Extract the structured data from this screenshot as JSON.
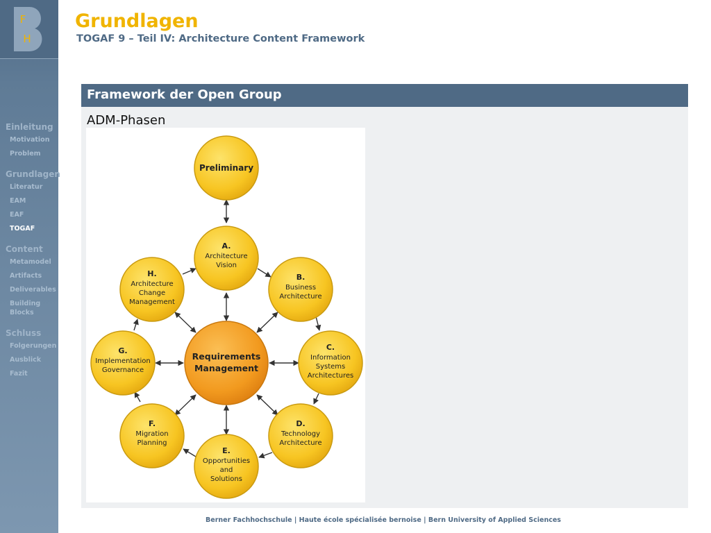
{
  "logo": {
    "letters": [
      "F",
      "H"
    ]
  },
  "slide": {
    "title": "Grundlagen",
    "subtitle": "TOGAF 9 – Teil IV: Architecture Content Framework",
    "frame_title": "Framework der Open Group",
    "frame_subtitle": "ADM-Phasen"
  },
  "nav": {
    "sections": [
      {
        "label": "Einleitung",
        "items": [
          "Motivation",
          "Problem"
        ]
      },
      {
        "label": "Grundlagen",
        "items": [
          "Literatur",
          "EAM",
          "EAF",
          "TOGAF"
        ]
      },
      {
        "label": "Content",
        "items": [
          "Metamodel",
          "Artifacts",
          "Deliverables",
          "Building Blocks"
        ]
      },
      {
        "label": "Schluss",
        "items": [
          "Folgerungen",
          "Ausblick",
          "Fazit"
        ]
      }
    ],
    "active_item": "TOGAF"
  },
  "diagram": {
    "preliminary": {
      "line1": "Preliminary"
    },
    "a": {
      "letter": "A.",
      "line1": "Architecture",
      "line2": "Vision"
    },
    "b": {
      "letter": "B.",
      "line1": "Business",
      "line2": "Architecture"
    },
    "c": {
      "letter": "C.",
      "line1": "Information",
      "line2": "Systems",
      "line3": "Architectures"
    },
    "d": {
      "letter": "D.",
      "line1": "Technology",
      "line2": "Architecture"
    },
    "e": {
      "letter": "E.",
      "line1": "Opportunities",
      "line2": "and",
      "line3": "Solutions"
    },
    "f": {
      "letter": "F.",
      "line1": "Migration",
      "line2": "Planning"
    },
    "g": {
      "letter": "G.",
      "line1": "Implementation",
      "line2": "Governance"
    },
    "h": {
      "letter": "H.",
      "line1": "Architecture",
      "line2": "Change",
      "line3": "Management"
    },
    "center": {
      "line1": "Requirements",
      "line2": "Management"
    }
  },
  "footer": {
    "text": "Berner Fachhochschule | Haute école spécialisée bernoise | Bern University of Applied Sciences"
  },
  "colors": {
    "brand_blue": "#4f6a85",
    "accent_yellow": "#f0b400",
    "node_yellow": "#f7c522",
    "center_orange": "#f29a1f"
  }
}
